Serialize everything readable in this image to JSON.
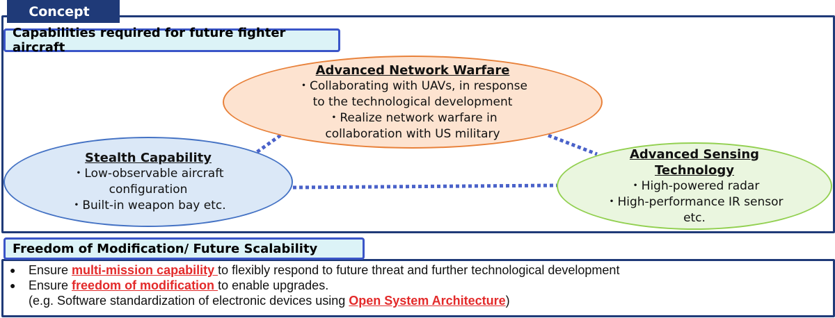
{
  "concept_label": "Concept",
  "capabilities": {
    "heading": "Capabilities required for future fighter aircraft",
    "network": {
      "title": "Advanced Network Warfare",
      "lines": [
        "・Collaborating with UAVs, in response",
        "to the technological development",
        "・Realize network warfare in",
        "collaboration with US military"
      ]
    },
    "stealth": {
      "title": "Stealth Capability",
      "lines": [
        "・Low-observable aircraft",
        "configuration",
        "・Built-in weapon bay etc."
      ]
    },
    "sensing": {
      "title_line1": "Advanced Sensing",
      "title_line2": "Technology",
      "lines": [
        "・High-powered radar",
        "・High-performance IR sensor",
        "etc."
      ]
    }
  },
  "freedom": {
    "heading": "Freedom of Modification/ Future Scalability",
    "bullet_symbol": "●",
    "item1": {
      "pre": "Ensure ",
      "highlight": "multi-mission capability ",
      "post": "to flexibly respond to future threat and further technological development"
    },
    "item2": {
      "pre": "Ensure ",
      "highlight": "freedom of modification ",
      "post": "to enable upgrades."
    },
    "item3": {
      "pre": "(e.g. Software standardization of electronic devices using ",
      "highlight": "Open System Architecture",
      "post": ")"
    }
  },
  "colors": {
    "frame": "#1f3a78",
    "tab_fill": "#dcf3f7",
    "connector": "#4a62c9",
    "highlight": "#e32a2a"
  }
}
